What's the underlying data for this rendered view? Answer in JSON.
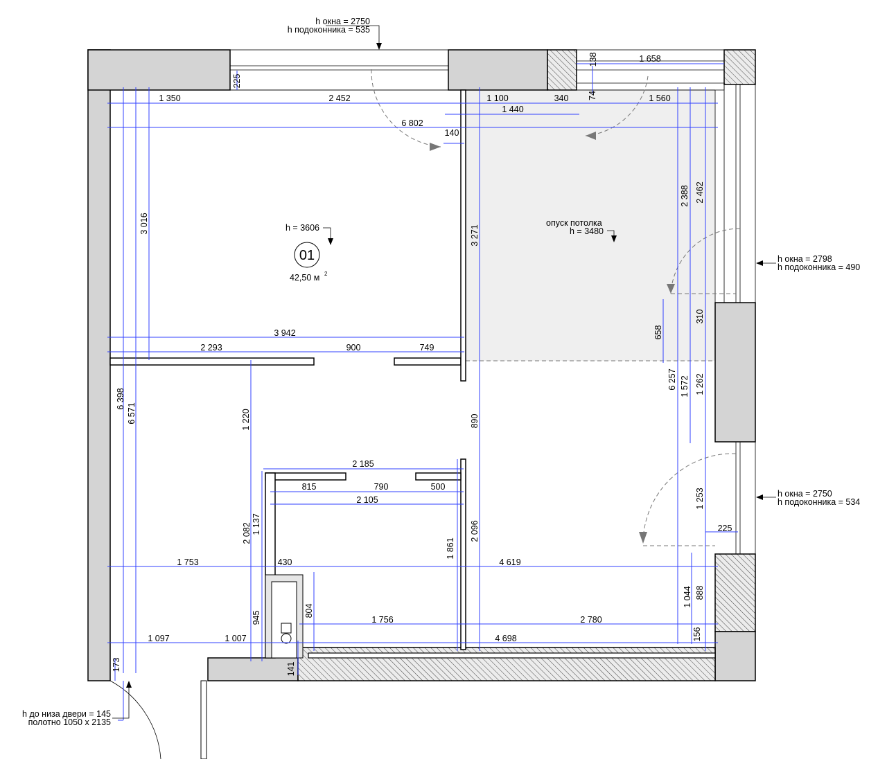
{
  "annotations": {
    "top_window": [
      "h окна = 2750",
      "h подоконника = 535"
    ],
    "right_window_1": [
      "h окна = 2798",
      "h подоконника = 490"
    ],
    "right_window_2": [
      "h окна = 2750",
      "h подоконника = 534"
    ],
    "door": [
      "h до низа двери = 145",
      "полотно 1050 х 2135"
    ]
  },
  "room": {
    "height": "h = 3606",
    "number": "01",
    "area": "42,50 м",
    "area_sup": "2"
  },
  "ceiling_drop": {
    "label": "опуск потолка",
    "height": "h = 3480"
  },
  "colors": {
    "dimension": "#3040ff",
    "ceiling_fill": "#efefef",
    "concrete": "#d4d4d4"
  },
  "dims": [
    "1 350",
    "2 452",
    "1 100",
    "340",
    "1 440",
    "6 802",
    "140",
    "74",
    "138",
    "1 658",
    "1 560",
    "225",
    "3 016",
    "3 271",
    "2 388",
    "2 462",
    "3 942",
    "2 293",
    "900",
    "749",
    "658",
    "310",
    "6 257",
    "1 572",
    "1 262",
    "6 398",
    "6 571",
    "1 220",
    "890",
    "2 185",
    "815",
    "790",
    "500",
    "2 105",
    "1 253",
    "225",
    "1 137",
    "2 082",
    "2 096",
    "1 861",
    "1 753",
    "430",
    "4 619",
    "945",
    "804",
    "1 756",
    "2 780",
    "1 044",
    "888",
    "1 097",
    "1 007",
    "4 698",
    "156",
    "173",
    "141"
  ]
}
